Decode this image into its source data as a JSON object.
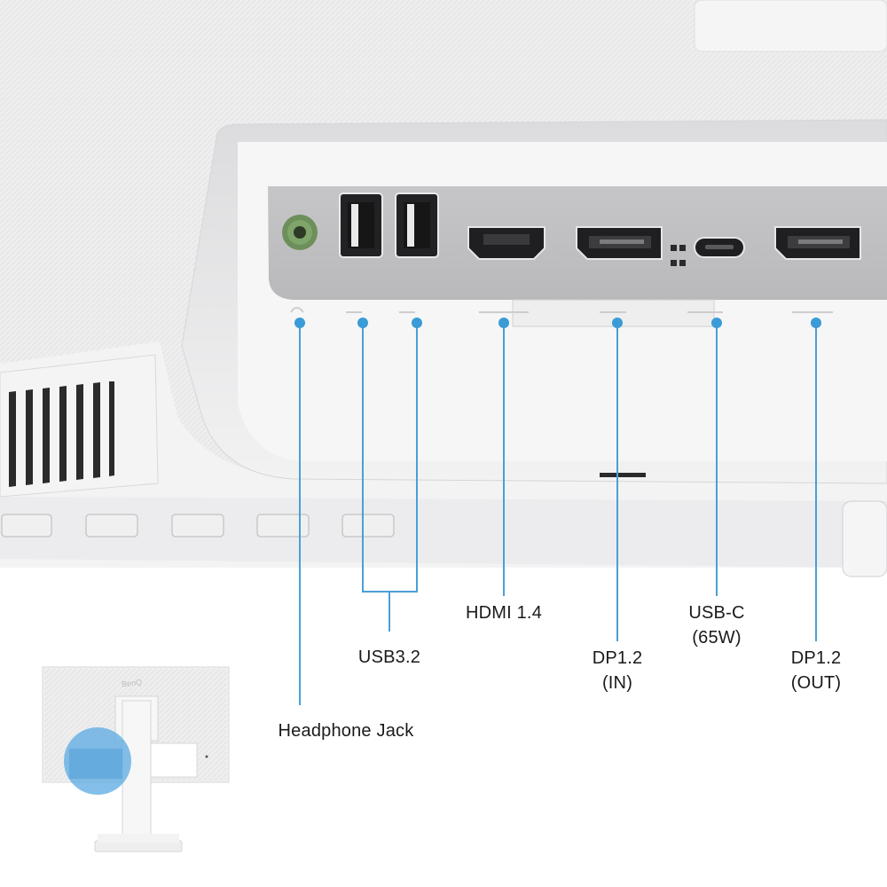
{
  "brand": "BenQ",
  "accent_color": "#3a9bd6",
  "ports": {
    "headphone": {
      "label": "Headphone Jack",
      "icon": "headphone-jack-icon"
    },
    "usb": {
      "label": "USB3.2",
      "icon": "usb-a-icon"
    },
    "hdmi": {
      "label": "HDMI 1.4",
      "icon": "hdmi-icon"
    },
    "dp_in": {
      "line1": "DP1.2",
      "line2": "(IN)",
      "icon": "displayport-icon"
    },
    "usbc": {
      "line1": "USB-C",
      "line2": "(65W)",
      "icon": "usb-c-icon"
    },
    "dp_out": {
      "line1": "DP1.2",
      "line2": "(OUT)",
      "icon": "displayport-icon"
    }
  }
}
